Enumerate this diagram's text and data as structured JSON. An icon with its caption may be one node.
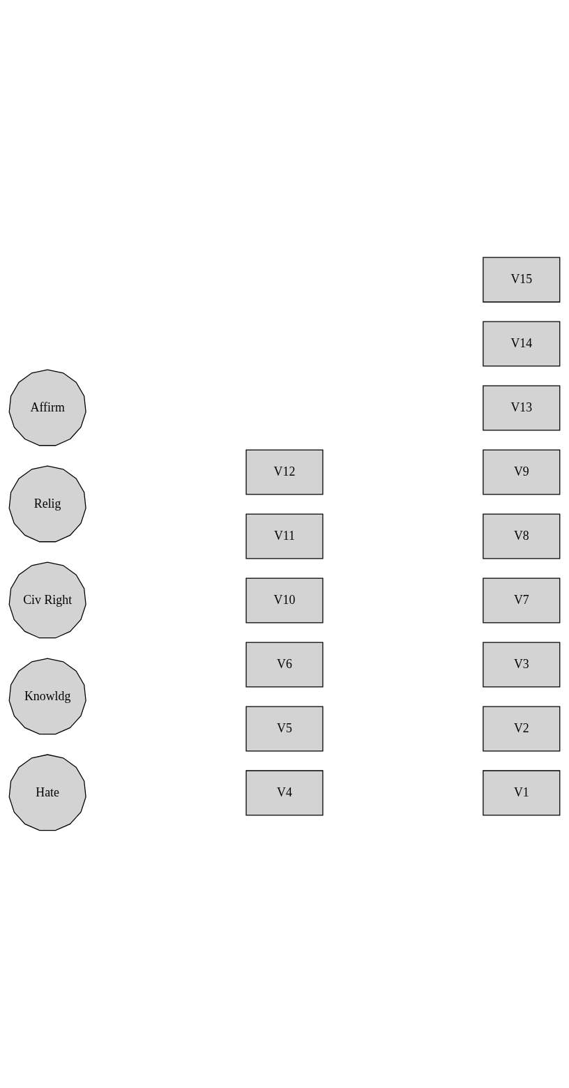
{
  "diagram": {
    "nodes": [
      {
        "text": [
          "Hate"
        ]
      },
      {
        "text": [
          "Knowldg"
        ]
      },
      {
        "text": [
          "Civ Right"
        ]
      },
      {
        "text": [
          "Relig"
        ]
      },
      {
        "text": [
          "Affirm"
        ]
      },
      {
        "text": [
          "V1"
        ]
      },
      {
        "text": [
          "V2"
        ]
      },
      {
        "text": [
          "V3"
        ]
      },
      {
        "text": [
          "V4"
        ]
      },
      {
        "text": [
          "V5"
        ]
      },
      {
        "text": [
          "V6"
        ]
      },
      {
        "text": [
          "V7"
        ]
      },
      {
        "text": [
          "V8"
        ]
      },
      {
        "text": [
          "V9"
        ]
      },
      {
        "text": [
          "V10"
        ]
      },
      {
        "text": [
          "V11"
        ]
      },
      {
        "text": [
          "V12"
        ]
      },
      {
        "text": [
          "V13"
        ]
      },
      {
        "text": [
          "V14"
        ]
      },
      {
        "text": [
          "V15"
        ]
      }
    ],
    "edges": []
  }
}
